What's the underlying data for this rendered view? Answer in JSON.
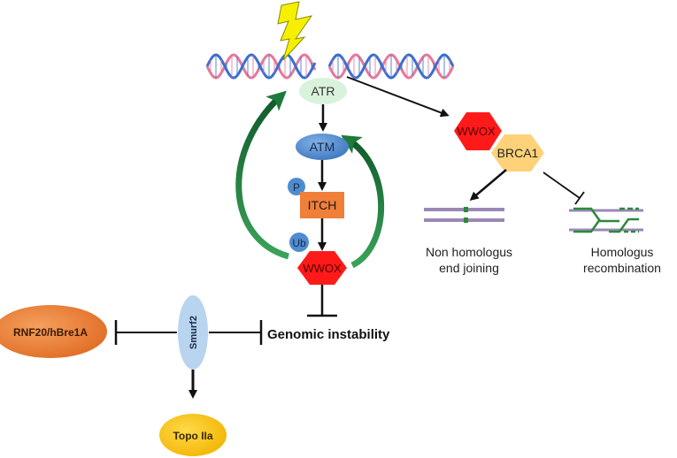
{
  "nodes": {
    "atr": "ATR",
    "atm": "ATM",
    "itch": "ITCH",
    "wwox_main": "WWOX",
    "wwox_complex": "WWOX",
    "brca1": "BRCA1",
    "rnf20": "RNF20/hBre1A",
    "smurf2": "Smurf2",
    "topo": "Topo IIa",
    "genomic_instability": "Genomic instability"
  },
  "badges": {
    "phospho": "P",
    "ubiquitin": "Ub"
  },
  "repair": {
    "nhej_line1": "Non homologus",
    "nhej_line2": "end joining",
    "hr_line1": "Homologus",
    "hr_line2": "recombination"
  },
  "colors": {
    "atr_fill": "#d9f2dc",
    "atm_fill": "#4f8ccf",
    "itch_fill": "#f07f3a",
    "wwox_fill": "#ff1a1a",
    "brca1_fill": "#ffd27a",
    "rnf20_fill": "#e8732e",
    "smurf2_fill": "#b8d4ee",
    "topo_fill": "#f7c200",
    "badge_fill": "#4f8ccf",
    "feedback_arrow": "#1e7a3a",
    "dna_pink": "#e7789a",
    "dna_blue": "#3a6fd0",
    "lightning": "#f6f000"
  }
}
